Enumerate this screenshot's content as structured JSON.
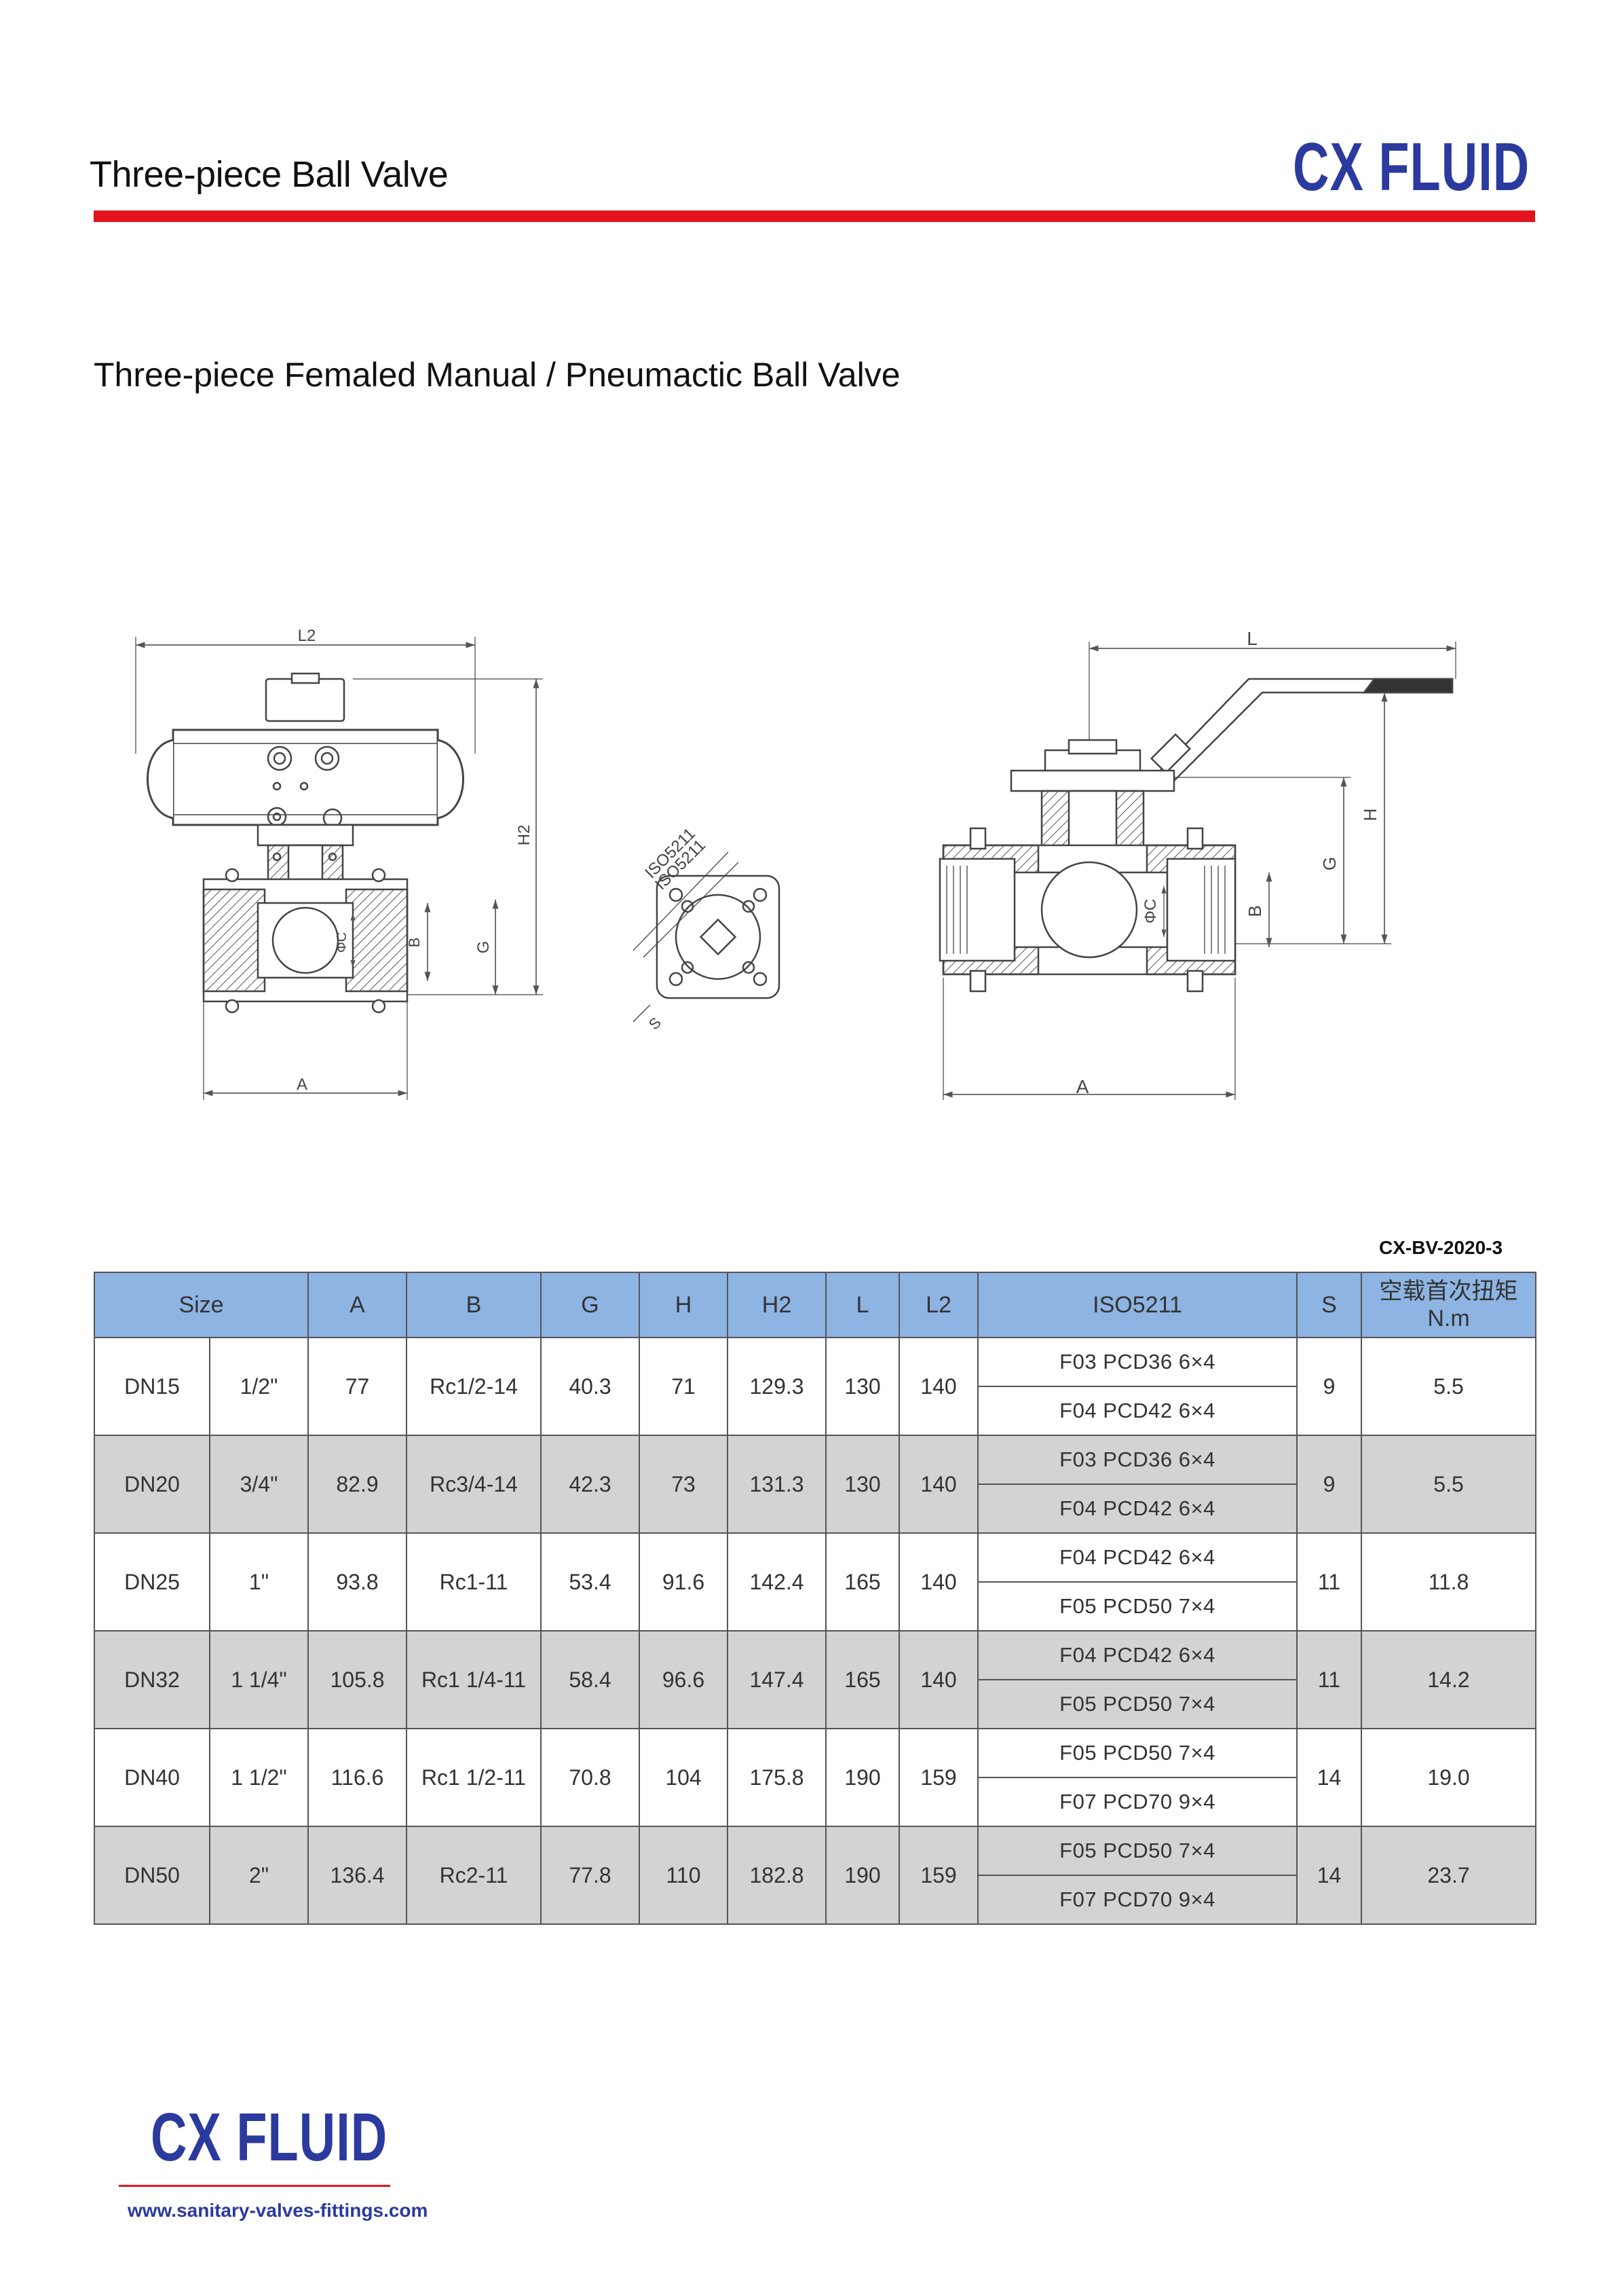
{
  "header": {
    "title": "Three-piece Ball Valve",
    "brand": "CX FLUID"
  },
  "subtitle": "Three-piece Femaled Manual / Pneumactic Ball Valve",
  "drawing_labels": {
    "l2": "L2",
    "h2": "H2",
    "g": "G",
    "b": "B",
    "phic": "ΦC",
    "a": "A",
    "iso1": "ISO5211",
    "iso2": "ISO5211",
    "s": "S",
    "l": "L",
    "h": "H"
  },
  "doc_code": "CX-BV-2020-3",
  "table": {
    "headers": [
      "Size",
      "A",
      "B",
      "G",
      "H",
      "H2",
      "L",
      "L2",
      "ISO5211",
      "S",
      "空载首次扭矩",
      "N.m"
    ],
    "rows": [
      {
        "dn": "DN15",
        "inch": "1/2\"",
        "a": "77",
        "b": "Rc1/2-14",
        "g": "40.3",
        "h": "71",
        "h2": "129.3",
        "l": "130",
        "l2": "140",
        "iso1": "F03  PCD36   6×4",
        "iso2": "F04  PCD42   6×4",
        "s": "9",
        "torque": "5.5"
      },
      {
        "dn": "DN20",
        "inch": "3/4\"",
        "a": "82.9",
        "b": "Rc3/4-14",
        "g": "42.3",
        "h": "73",
        "h2": "131.3",
        "l": "130",
        "l2": "140",
        "iso1": "F03  PCD36   6×4",
        "iso2": "F04  PCD42   6×4",
        "s": "9",
        "torque": "5.5"
      },
      {
        "dn": "DN25",
        "inch": "1\"",
        "a": "93.8",
        "b": "Rc1-11",
        "g": "53.4",
        "h": "91.6",
        "h2": "142.4",
        "l": "165",
        "l2": "140",
        "iso1": "F04  PCD42   6×4",
        "iso2": "F05  PCD50   7×4",
        "s": "11",
        "torque": "11.8"
      },
      {
        "dn": "DN32",
        "inch": "1 1/4\"",
        "a": "105.8",
        "b": "Rc1 1/4-11",
        "g": "58.4",
        "h": "96.6",
        "h2": "147.4",
        "l": "165",
        "l2": "140",
        "iso1": "F04  PCD42   6×4",
        "iso2": "F05  PCD50   7×4",
        "s": "11",
        "torque": "14.2"
      },
      {
        "dn": "DN40",
        "inch": "1 1/2\"",
        "a": "116.6",
        "b": "Rc1 1/2-11",
        "g": "70.8",
        "h": "104",
        "h2": "175.8",
        "l": "190",
        "l2": "159",
        "iso1": "F05  PCD50   7×4",
        "iso2": "F07  PCD70   9×4",
        "s": "14",
        "torque": "19.0"
      },
      {
        "dn": "DN50",
        "inch": "2\"",
        "a": "136.4",
        "b": "Rc2-11",
        "g": "77.8",
        "h": "110",
        "h2": "182.8",
        "l": "190",
        "l2": "159",
        "iso1": "F05  PCD50   7×4",
        "iso2": "F07  PCD70   9×4",
        "s": "14",
        "torque": "23.7"
      }
    ]
  },
  "footer": {
    "brand": "CX FLUID",
    "url": "www.sanitary-valves-fittings.com"
  },
  "colors": {
    "brand_blue": "#2b3a9e",
    "red_bar": "#e3141d",
    "header_blue": "#8db4e2",
    "row_shade": "#d3d3d3"
  }
}
